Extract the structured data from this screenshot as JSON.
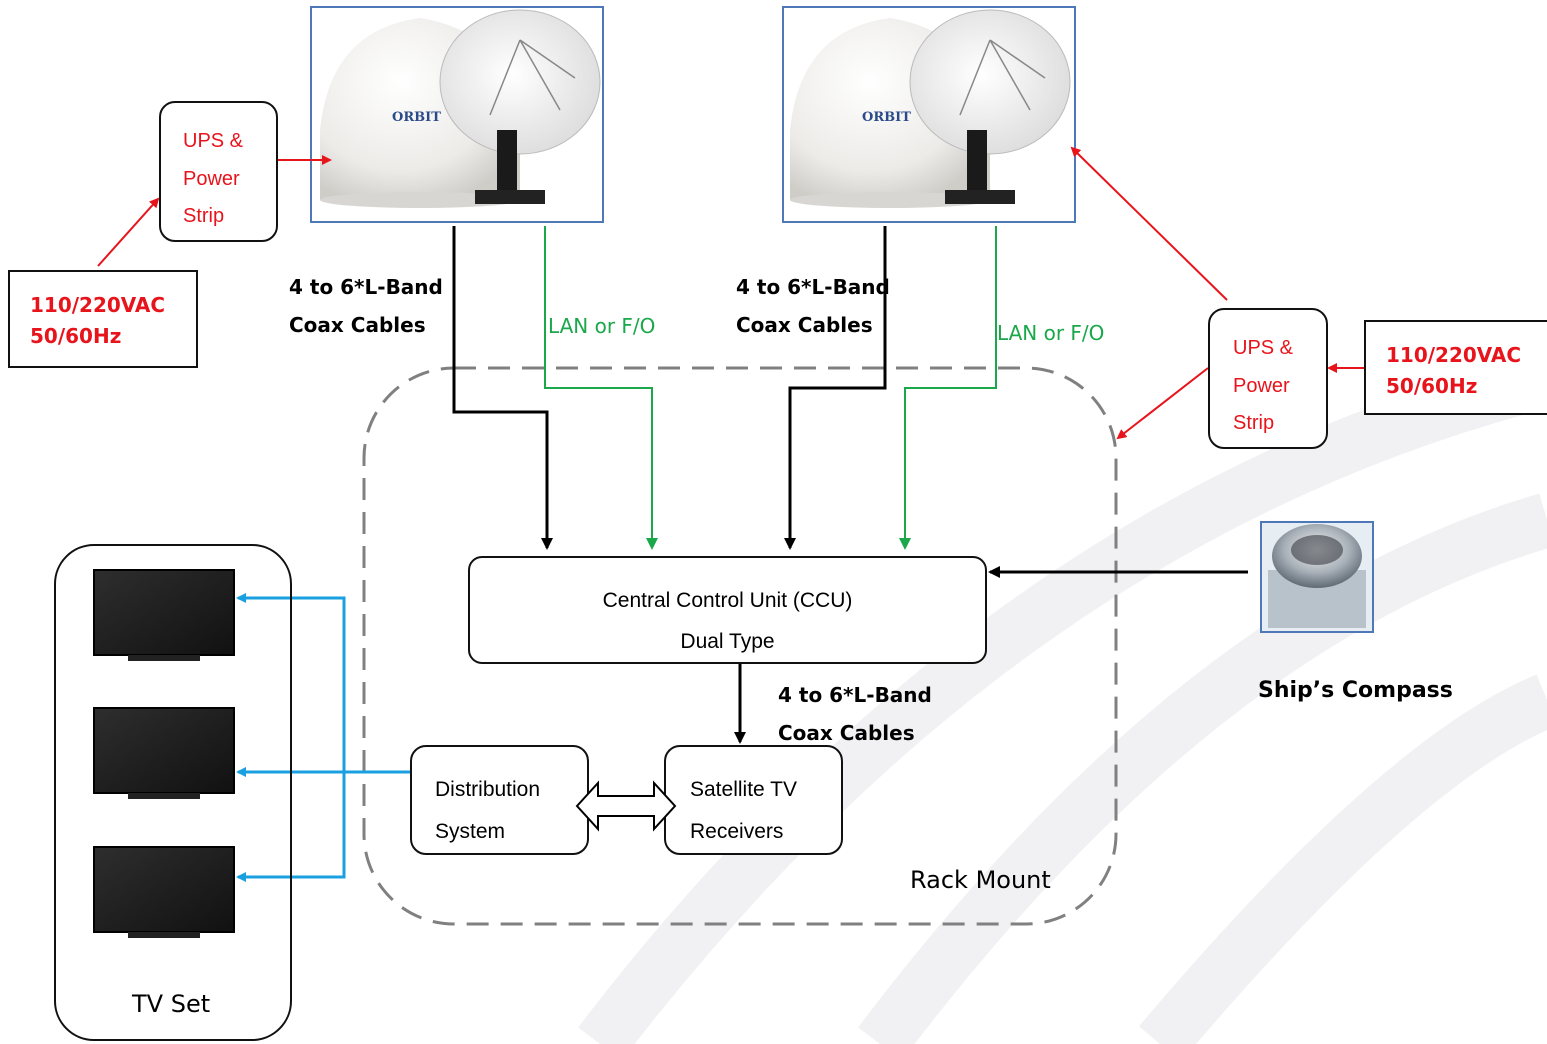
{
  "antenna_1": {
    "logo": "ORBIT"
  },
  "antenna_2": {
    "logo": "ORBIT"
  },
  "ups_left": {
    "lines": [
      "UPS &",
      "Power",
      "Strip"
    ]
  },
  "ups_right": {
    "lines": [
      "UPS &",
      "Power",
      "Strip"
    ]
  },
  "power_left": {
    "lines": [
      "110/220VAC",
      "50/60Hz"
    ]
  },
  "power_right": {
    "lines": [
      "110/220VAC",
      "50/60Hz"
    ]
  },
  "coax_label_1": {
    "lines": [
      "4 to 6*L-Band",
      "Coax Cables"
    ]
  },
  "coax_label_2": {
    "lines": [
      "4 to 6*L-Band",
      "Coax Cables"
    ]
  },
  "coax_label_3": {
    "lines": [
      "4 to 6*L-Band",
      "Coax Cables"
    ]
  },
  "lan_label_1": "LAN or F/O",
  "lan_label_2": "LAN or F/O",
  "ccu": {
    "lines": [
      "Central Control Unit (CCU)",
      "Dual Type"
    ]
  },
  "distribution": {
    "lines": [
      "Distribution",
      "System"
    ]
  },
  "receivers": {
    "lines": [
      "Satellite TV",
      "Receivers"
    ]
  },
  "rack_mount_label": "Rack Mount",
  "compass_label": "Ship’s Compass",
  "tv_set_label": "TV Set",
  "colors": {
    "power": "#e8141c",
    "lan": "#1aa84a",
    "coax": "#000000",
    "tv_feed": "#1aa0e0",
    "rack_dash": "#808080"
  }
}
